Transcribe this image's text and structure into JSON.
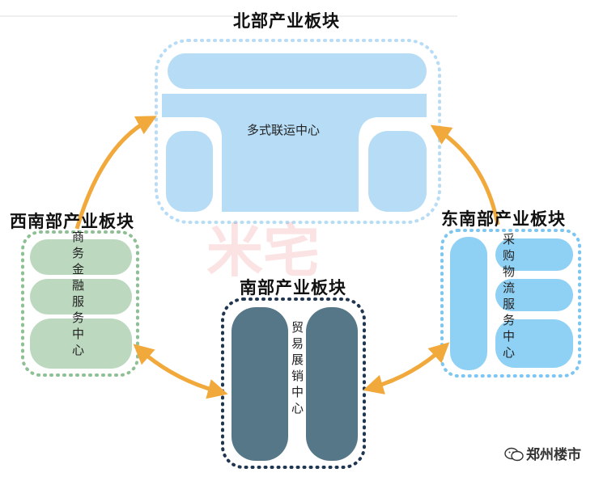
{
  "diagram": {
    "north": {
      "title": "北部产业板块",
      "center": "多式联运中心"
    },
    "southwest": {
      "title": "西南部产业板块",
      "center": "商务金融服务中心"
    },
    "south": {
      "title": "南部产业板块",
      "center": "贸易展销中心"
    },
    "east": {
      "title": "东南部产业板块",
      "center": "采购物流服务中心"
    }
  },
  "watermark": {
    "text": "郑州楼市",
    "icon": "wechat-icon"
  },
  "colors": {
    "north_fill": "#b6dcf6",
    "southwest_fill": "#bcd9bf",
    "south_fill": "#567788",
    "east_fill": "#8fd0f5",
    "arrow": "#f2a93b"
  }
}
